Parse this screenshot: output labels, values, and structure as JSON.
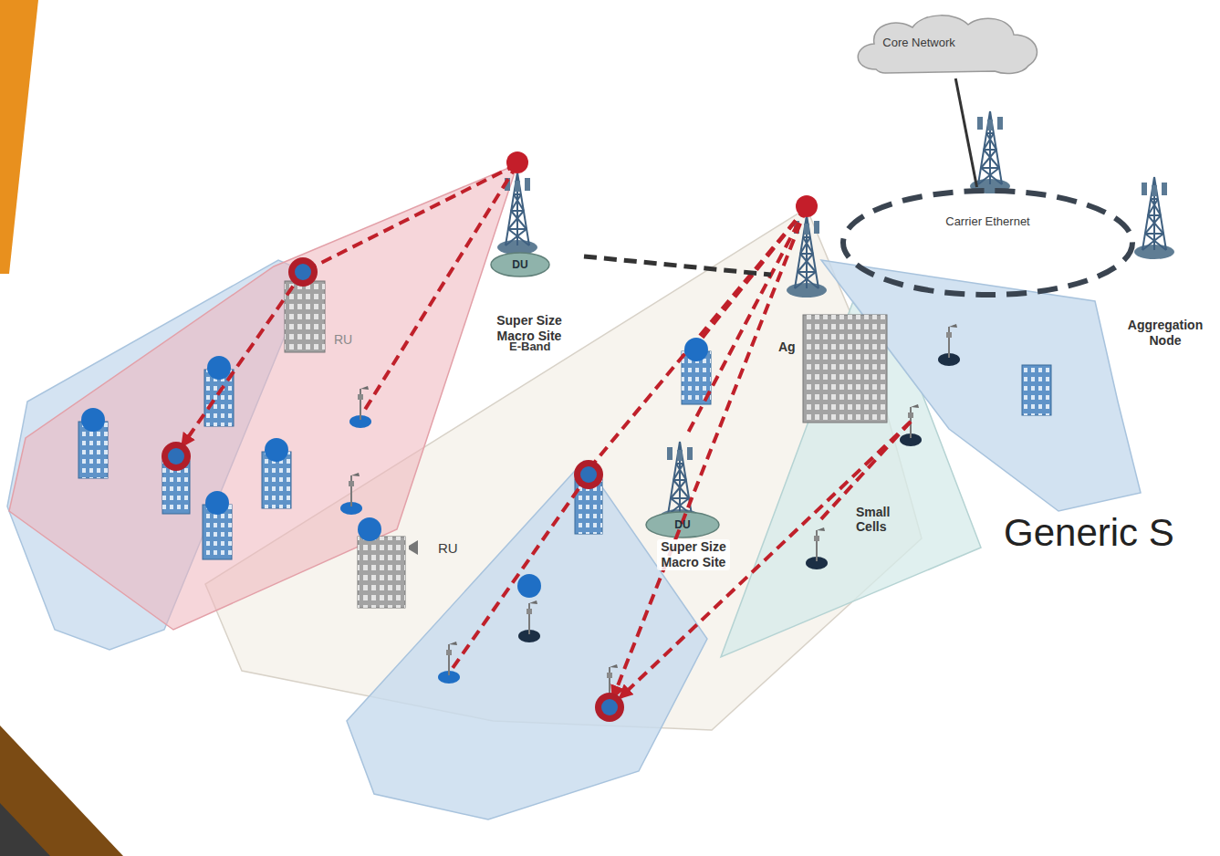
{
  "diagram": {
    "title": "Generic S",
    "nodes": [
      {
        "text": [
          "Core Network"
        ]
      },
      {
        "text": [
          "Carrier Ethernet"
        ]
      },
      {
        "text": [
          "DU",
          "Super Size Macro Site"
        ]
      },
      {
        "text": [
          "Ag"
        ]
      },
      {
        "text": [
          "Aggregation Node"
        ]
      },
      {
        "text": [
          "DU",
          "Super Size Macro Site"
        ]
      }
    ],
    "edges": [
      {
        "from": 0,
        "to": 1,
        "arrow": "none"
      },
      {
        "from": 2,
        "to": 3,
        "arrow": "none"
      }
    ],
    "labels": [
      "RU",
      "E-Band",
      "RU",
      "Small Cells"
    ]
  }
}
